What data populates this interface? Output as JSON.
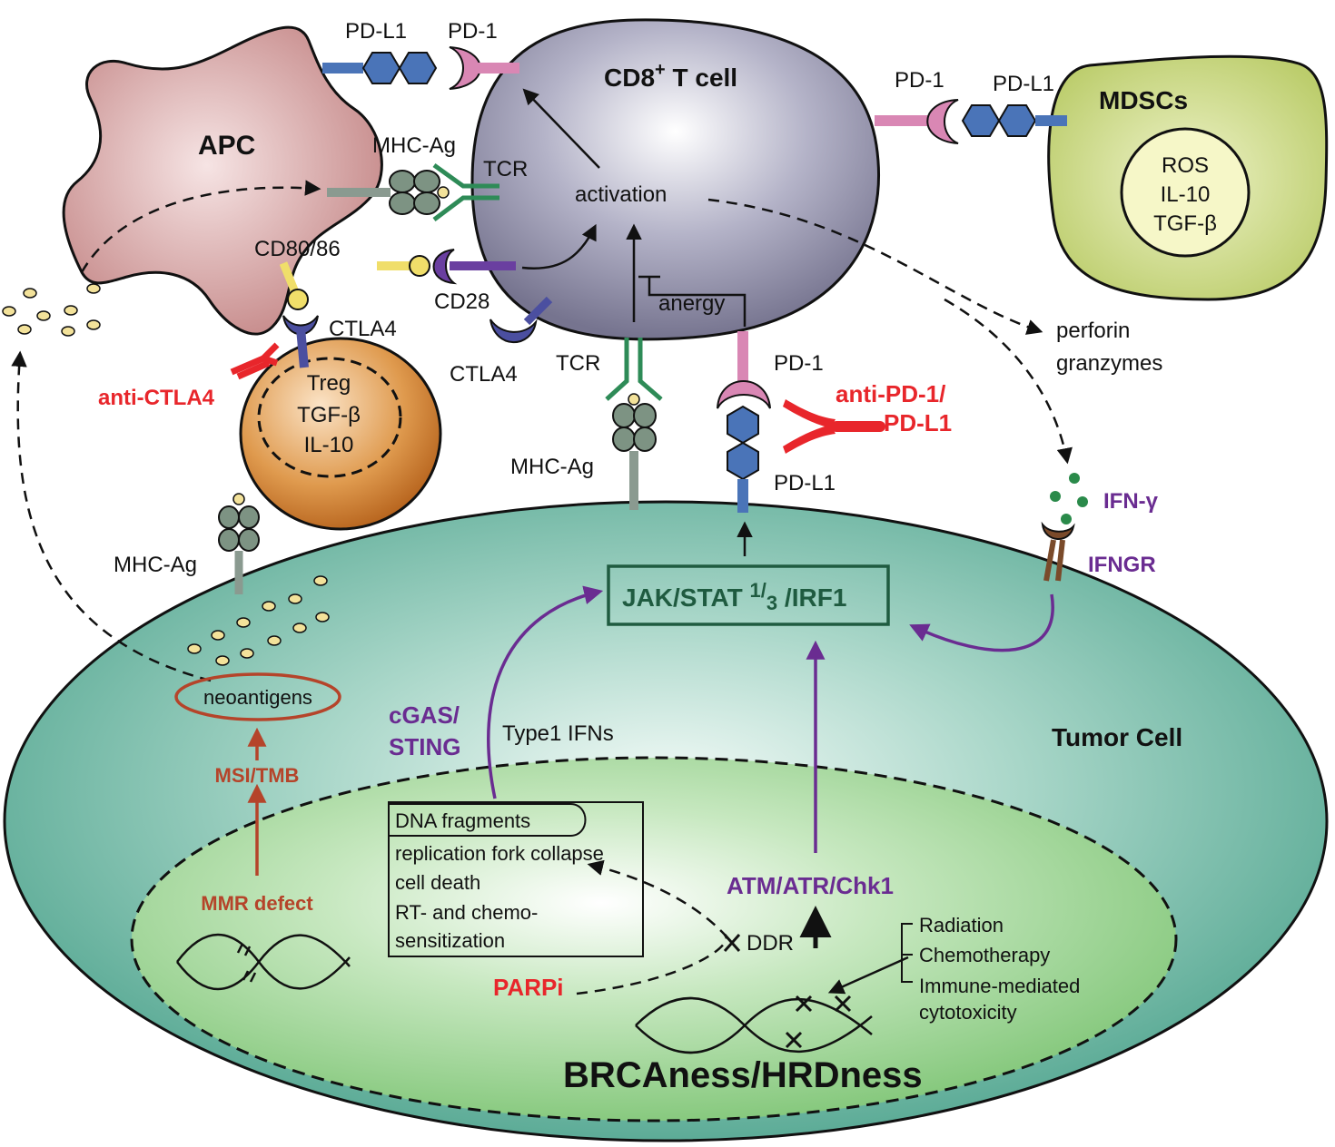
{
  "cells": {
    "apc": "APC",
    "tcell_main": "CD8",
    "tcell_sup": "+",
    "tcell_rest": " T cell",
    "mdsc": "MDSCs",
    "mdsc_contents": [
      "ROS",
      "IL-10",
      "TGF-β"
    ],
    "treg_contents": [
      "Treg",
      "TGF-β",
      "IL-10"
    ],
    "tumor": "Tumor Cell"
  },
  "receptors": {
    "pdl1_apc": "PD-L1",
    "pd1_apc": "PD-1",
    "pd1_mdsc": "PD-1",
    "pdl1_mdsc": "PD-L1",
    "mhc_apc": "MHC-Ag",
    "tcr_apc": "TCR",
    "cd8086": "CD80/86",
    "cd28": "CD28",
    "ctla4_treg": "CTLA4",
    "ctla4_t": "CTLA4",
    "tcr_tumor": "TCR",
    "mhc_tumor": "MHC-Ag",
    "pd1_tumor": "PD-1",
    "pdl1_tumor": "PD-L1",
    "mhc_tumor2": "MHC-Ag",
    "ifng": "IFN-γ",
    "ifngr": "IFNGR"
  },
  "processes": {
    "activation": "activation",
    "anergy": "anergy",
    "perforin": "perforin",
    "granzymes": "granzymes",
    "neoantigens": "neoantigens",
    "msi": "MSI/TMB",
    "mmr": "MMR defect",
    "cgas1": "cGAS/",
    "cgas2": "STING",
    "type1": "Type1 IFNs",
    "jak_main": "JAK/STAT ",
    "jak_num": "1",
    "jak_den": "3",
    "jak_end": " /IRF1",
    "atm": "ATM/ATR/Chk1",
    "ddr": "DDR",
    "parpi": "PARPi",
    "brca": "BRCAness/HRDness"
  },
  "drugs": {
    "anti_ctla4": "anti-CTLA4",
    "anti_pd1_1": "anti-PD-1/",
    "anti_pd1_2": "PD-L1"
  },
  "box_items": [
    "DNA fragments",
    "replication fork collapse",
    "cell death",
    "RT- and chemo-",
    "sensitization"
  ],
  "stimuli": [
    "Radiation",
    "Chemotherapy",
    "Immune-mediated",
    "cytotoxicity"
  ],
  "colors": {
    "tumor_fill": "#5aab96",
    "nucleus_fill": "#8fcf8a",
    "tcell_fill": "#8b89a6",
    "apc_fill": "#c98f8f",
    "treg_fill": "#c56a1f",
    "mdsc_fill": "#c2d37a",
    "red": "#e8262b",
    "purple": "#6a2c91",
    "brown": "#b5442a",
    "jak_green": "#1f5b40"
  }
}
